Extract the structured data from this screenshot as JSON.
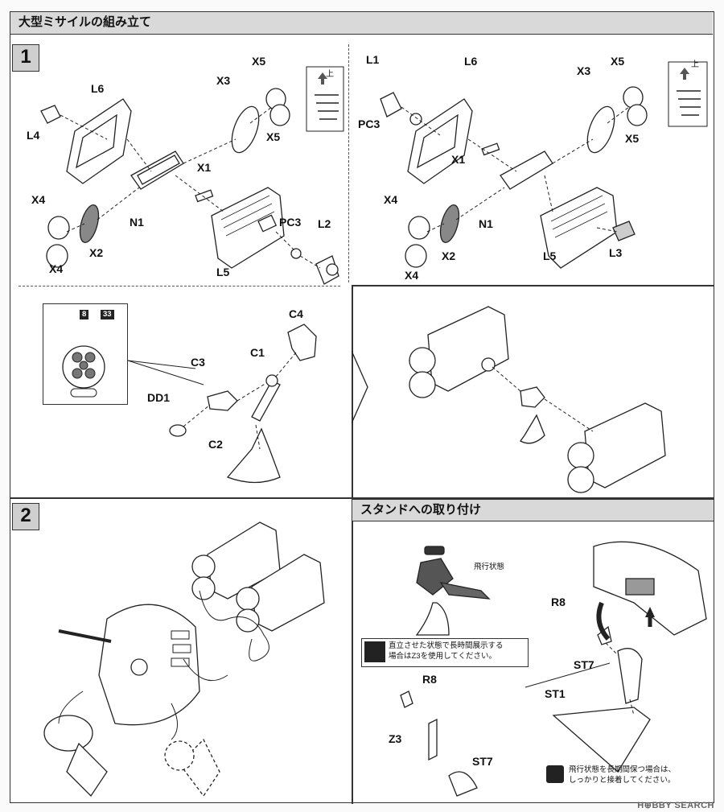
{
  "title": "大型ミサイルの組み立て",
  "step1": {
    "number": "1",
    "left": {
      "labels": {
        "L6": "L6",
        "L4": "L4",
        "X3": "X3",
        "X5a": "X5",
        "X5b": "X5",
        "X1": "X1",
        "X4a": "X4",
        "X4b": "X4",
        "X2": "X2",
        "N1": "N1",
        "L5": "L5",
        "PC3": "PC3",
        "L2": "L2"
      },
      "inset_up": "上"
    },
    "right": {
      "labels": {
        "L1": "L1",
        "L6": "L6",
        "PC3": "PC3",
        "X3": "X3",
        "X5a": "X5",
        "X5b": "X5",
        "X1": "X1",
        "X4a": "X4",
        "X4b": "X4",
        "X2": "X2",
        "N1": "N1",
        "L5": "L5",
        "L3": "L3"
      },
      "inset_up": "上"
    },
    "sub": {
      "paint_codes": [
        "8",
        "33"
      ],
      "labels": {
        "C4": "C4",
        "C1": "C1",
        "C3": "C3",
        "DD1": "DD1",
        "C2": "C2"
      }
    }
  },
  "step2": {
    "number": "2"
  },
  "stand": {
    "title": "スタンドへの取り付け",
    "flight_state": "飛行状態",
    "note_upright": [
      "直立させた状態で長時間展示する",
      "場合はZ3を使用してください。"
    ],
    "labels": {
      "R8a": "R8",
      "R8b": "R8",
      "Z3": "Z3",
      "ST7a": "ST7",
      "ST7b": "ST7",
      "ST1": "ST1"
    },
    "note_glue": [
      "飛行状態を長期間保つ場合は、",
      "しっかりと接着してください。"
    ]
  },
  "watermark": "H⊕BBY SEARCH"
}
